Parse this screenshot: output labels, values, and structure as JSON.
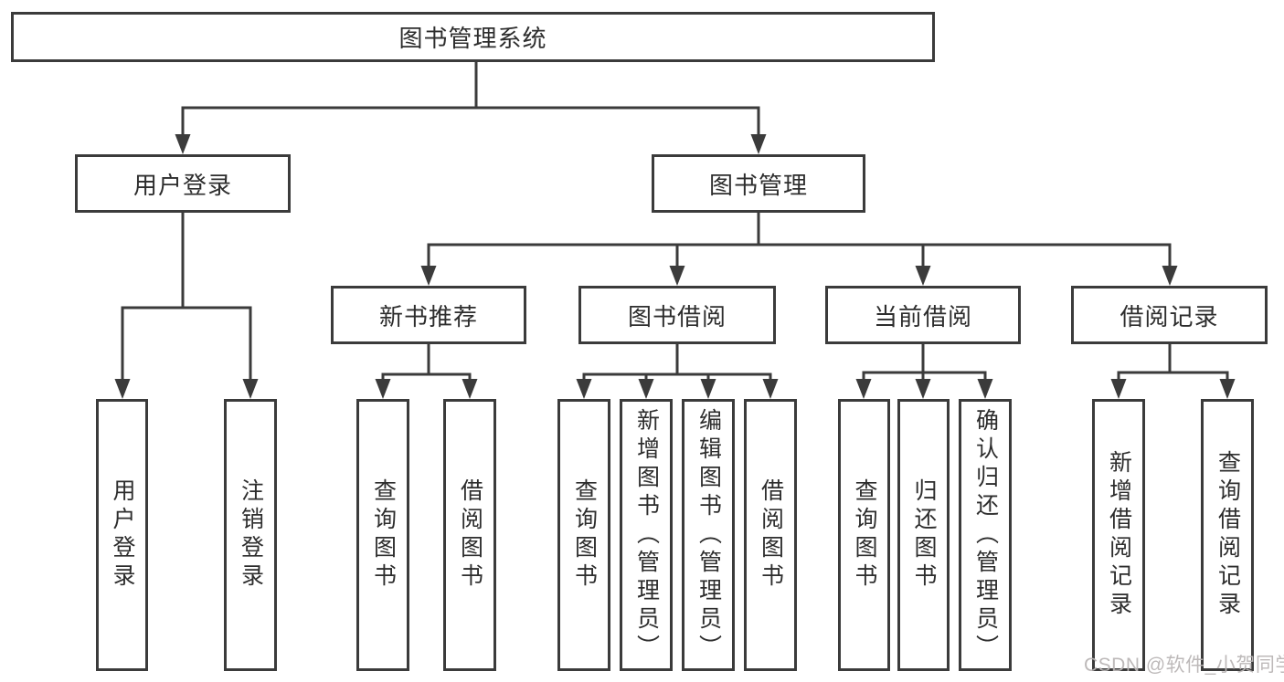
{
  "diagram": {
    "title": "图书管理系统",
    "nodes": {
      "root": {
        "label": "图书管理系统",
        "level": 0
      },
      "user_login": {
        "label": "用户登录",
        "level": 1
      },
      "book_management": {
        "label": "图书管理",
        "level": 1
      },
      "new_book_recommend": {
        "label": "新书推荐",
        "level": 2
      },
      "book_borrowing": {
        "label": "图书借阅",
        "level": 2
      },
      "current_borrowing": {
        "label": "当前借阅",
        "level": 2
      },
      "borrowing_records": {
        "label": "借阅记录",
        "level": 2
      },
      "leaf_user_login": {
        "label": "用户登录",
        "level": 3
      },
      "leaf_logout": {
        "label": "注销登录",
        "level": 3
      },
      "leaf_query_books_1": {
        "label": "查询图书",
        "level": 3
      },
      "leaf_borrow_books_1": {
        "label": "借阅图书",
        "level": 3
      },
      "leaf_query_books_2": {
        "label": "查询图书",
        "level": 3
      },
      "leaf_add_books_admin": {
        "label": "新增图书（管理员）",
        "level": 3
      },
      "leaf_edit_books_admin": {
        "label": "编辑图书（管理员）",
        "level": 3
      },
      "leaf_borrow_books_2": {
        "label": "借阅图书",
        "level": 3
      },
      "leaf_query_books_3": {
        "label": "查询图书",
        "level": 3
      },
      "leaf_return_books": {
        "label": "归还图书",
        "level": 3
      },
      "leaf_confirm_return_admin": {
        "label": "确认归还（管理员）",
        "level": 3
      },
      "leaf_add_borrow_record": {
        "label": "新增借阅记录",
        "level": 3
      },
      "leaf_query_borrow_record": {
        "label": "查询借阅记录",
        "level": 3
      }
    },
    "edges": [
      {
        "from": "root",
        "to": "user_login"
      },
      {
        "from": "root",
        "to": "book_management"
      },
      {
        "from": "user_login",
        "to": "leaf_user_login"
      },
      {
        "from": "user_login",
        "to": "leaf_logout"
      },
      {
        "from": "book_management",
        "to": "new_book_recommend"
      },
      {
        "from": "book_management",
        "to": "book_borrowing"
      },
      {
        "from": "book_management",
        "to": "current_borrowing"
      },
      {
        "from": "book_management",
        "to": "borrowing_records"
      },
      {
        "from": "new_book_recommend",
        "to": "leaf_query_books_1"
      },
      {
        "from": "new_book_recommend",
        "to": "leaf_borrow_books_1"
      },
      {
        "from": "book_borrowing",
        "to": "leaf_query_books_2"
      },
      {
        "from": "book_borrowing",
        "to": "leaf_add_books_admin"
      },
      {
        "from": "book_borrowing",
        "to": "leaf_edit_books_admin"
      },
      {
        "from": "book_borrowing",
        "to": "leaf_borrow_books_2"
      },
      {
        "from": "current_borrowing",
        "to": "leaf_query_books_3"
      },
      {
        "from": "current_borrowing",
        "to": "leaf_return_books"
      },
      {
        "from": "current_borrowing",
        "to": "leaf_confirm_return_admin"
      },
      {
        "from": "borrowing_records",
        "to": "leaf_add_borrow_record"
      },
      {
        "from": "borrowing_records",
        "to": "leaf_query_borrow_record"
      }
    ],
    "colors": {
      "line": "#3b3b3b",
      "box_border": "#3b3b3b",
      "box_fill": "#ffffff",
      "text": "#2d2d2d",
      "watermark": "#bab6b6"
    }
  },
  "watermark": {
    "text": "CSDN @软件_小贺同学"
  }
}
